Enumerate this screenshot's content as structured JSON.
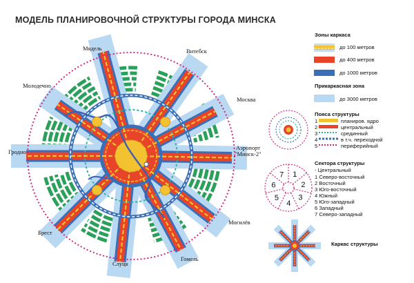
{
  "title": "МОДЕЛЬ ПЛАНИРОВОЧНОЙ СТРУКТУРЫ  ГОРОДА МИНСКА",
  "directions": {
    "myadel": "Мядель",
    "vitebsk": "Витебск",
    "molodechno": "Молодечно",
    "moskva": "Москва",
    "grodno": "Гродно",
    "airport_1": "Аэропорт",
    "airport_2": "\"Минск-2\"",
    "brest": "Брест",
    "mogilev": "Могилёв",
    "slutsk": "Слуцк",
    "gomel": "Гомель"
  },
  "legend_frame": {
    "title": "Зоны каркаса",
    "items": [
      {
        "label": "до 100 метров",
        "color": "#f2c230"
      },
      {
        "label": "до 400 метров",
        "color": "#e8442a"
      },
      {
        "label": "до 1000 метров",
        "color": "#3a6fb8"
      }
    ],
    "title2": "Прикаркасная  зона",
    "item4": {
      "label": "до 3000 метров",
      "color": "#b9d8f2"
    }
  },
  "legend_belts": {
    "title": "Пояса структуры",
    "items": [
      {
        "num": "1",
        "label": "планиров. ядро"
      },
      {
        "num": "2",
        "label": "центральный"
      },
      {
        "num": "3",
        "label": "срединный"
      },
      {
        "num": "4",
        "label": "в т.ч. переходной"
      },
      {
        "num": "5",
        "label": "периферийный"
      }
    ]
  },
  "legend_sectors": {
    "title": "Сектора  структуры",
    "items": [
      "- Центральный",
      "1 Северо-восточный",
      "2 Восточный",
      "3 Юго-восточный",
      "4 Южный",
      "5 Юго-западный",
      "6 Западный",
      "7 Северо-западный"
    ],
    "diagram_numbers": [
      "1",
      "2",
      "3",
      "4",
      "5",
      "6",
      "7"
    ]
  },
  "legend_frame_structure": {
    "title": "Каркас структуры"
  },
  "colors": {
    "yellow": "#f2c230",
    "red": "#e8442a",
    "blue": "#3a6fb8",
    "light_blue": "#b9d8f2",
    "green": "#2aa05a",
    "magenta": "#d0287a"
  }
}
